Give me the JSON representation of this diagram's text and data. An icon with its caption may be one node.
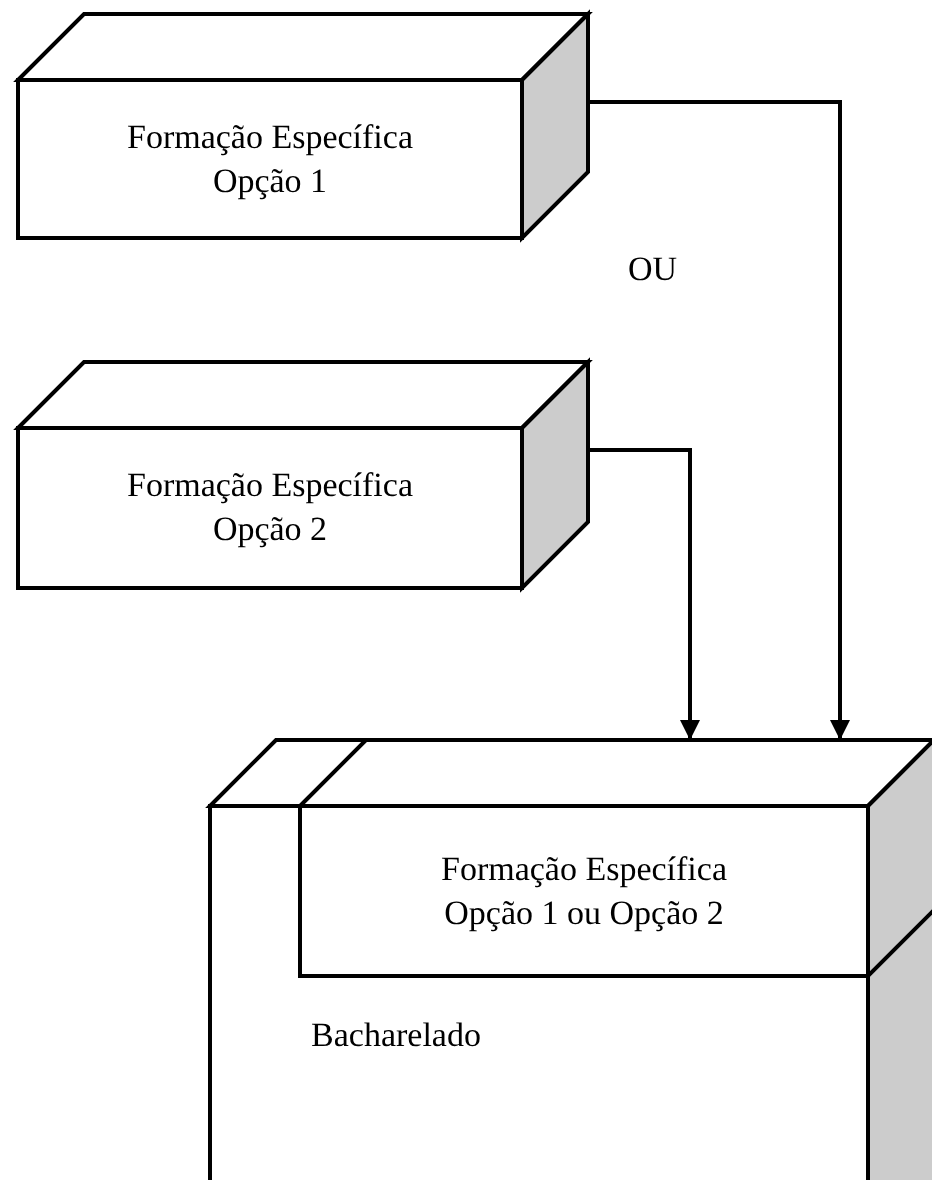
{
  "diagram": {
    "nodes": [
      {
        "text": [
          "Formação Específica Opção 1"
        ]
      },
      {
        "text": [
          "Formação Específica Opção 2"
        ]
      },
      {
        "text": [
          "Bacharelado"
        ]
      },
      {
        "text": [
          "Formação Específica Opção 1 ou Opção 2"
        ],
        "in": 2
      }
    ],
    "edges": [
      {
        "from": 0,
        "to": 3,
        "arrow": "to"
      },
      {
        "from": 1,
        "to": 3,
        "arrow": "to"
      }
    ],
    "labels": [
      "OU"
    ]
  }
}
